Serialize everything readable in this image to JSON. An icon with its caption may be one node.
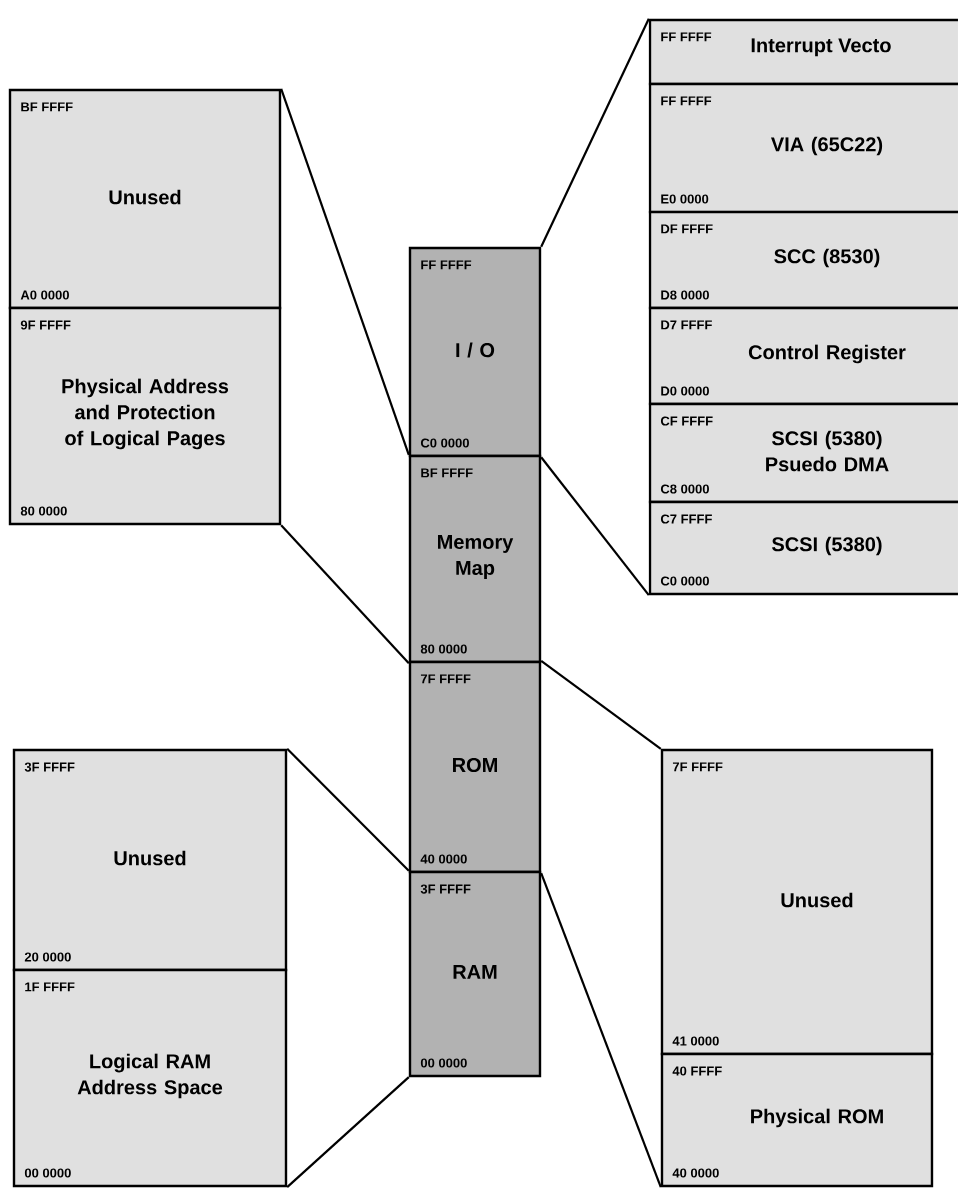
{
  "diagram": {
    "nodes": [
      {
        "text": [
          "BF FFFF",
          "Unused",
          "A0 0000"
        ]
      },
      {
        "text": [
          "9F FFFF",
          "Physical Address and Protection of Logical Pages",
          "80 0000"
        ]
      },
      {
        "text": [
          "FF FFFF",
          "Interrupt Vecto"
        ]
      },
      {
        "text": [
          "FF FFFF",
          "VIA (65C22)",
          "E0 0000"
        ]
      },
      {
        "text": [
          "DF FFFF",
          "SCC (8530)",
          "D8 0000"
        ]
      },
      {
        "text": [
          "D7 FFFF",
          "Control Register",
          "D0 0000"
        ]
      },
      {
        "text": [
          "CF FFFF",
          "SCSI (5380) Psuedo DMA",
          "C8 0000"
        ]
      },
      {
        "text": [
          "C7 FFFF",
          "SCSI (5380)",
          "C0 0000"
        ]
      },
      {
        "text": [
          "FF FFFF",
          "I / O",
          "C0 0000"
        ]
      },
      {
        "text": [
          "BF FFFF",
          "Memory Map",
          "80 0000"
        ]
      },
      {
        "text": [
          "7F FFFF",
          "ROM",
          "40 0000"
        ]
      },
      {
        "text": [
          "3F FFFF",
          "RAM",
          "00 0000"
        ]
      },
      {
        "text": [
          "3F FFFF",
          "Unused",
          "20 0000"
        ]
      },
      {
        "text": [
          "1F FFFF",
          "Logical RAM Address Space",
          "00 0000"
        ]
      },
      {
        "text": [
          "7F FFFF",
          "Unused",
          "41 0000"
        ]
      },
      {
        "text": [
          "40 FFFF",
          "Physical ROM",
          "40 0000"
        ]
      }
    ],
    "edges": [
      {
        "from": 8,
        "to": 2,
        "arrow": "none"
      },
      {
        "from": 8,
        "to": 7,
        "arrow": "none"
      },
      {
        "from": 9,
        "to": 0,
        "arrow": "none"
      },
      {
        "from": 9,
        "to": 1,
        "arrow": "none"
      },
      {
        "from": 10,
        "to": 14,
        "arrow": "none"
      },
      {
        "from": 10,
        "to": 15,
        "arrow": "none"
      },
      {
        "from": 11,
        "to": 12,
        "arrow": "none"
      },
      {
        "from": 11,
        "to": 13,
        "arrow": "none"
      }
    ]
  }
}
